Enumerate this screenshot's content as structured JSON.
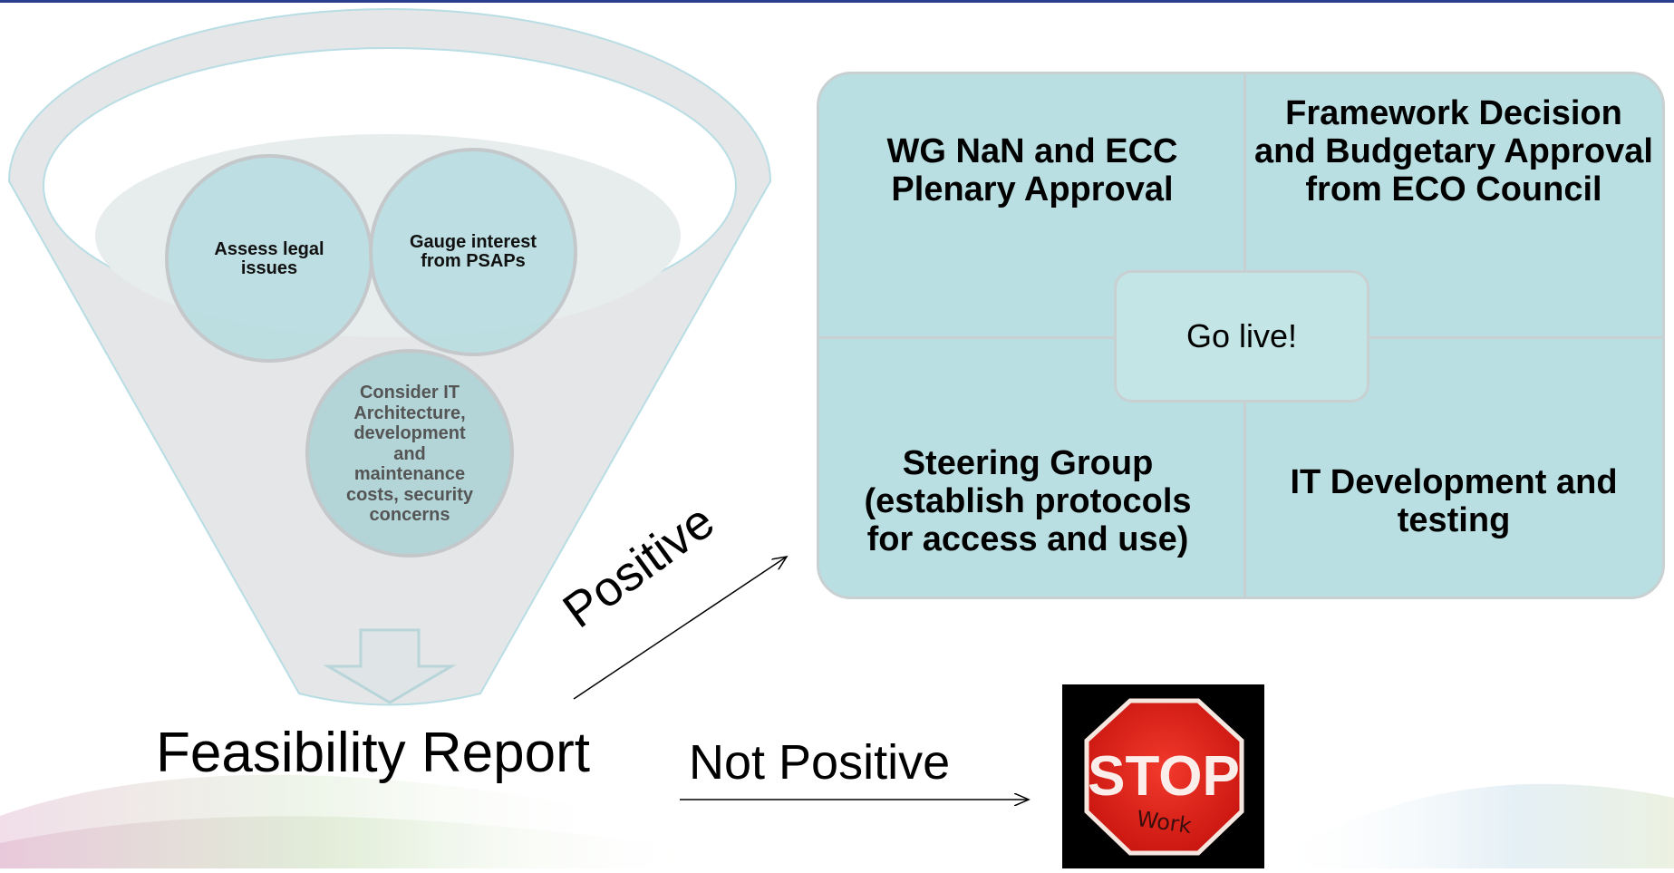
{
  "funnel": {
    "circles": [
      {
        "label": "Assess legal issues"
      },
      {
        "label": "Gauge interest from PSAPs"
      },
      {
        "label": "Consider IT Architecture, development and maintenance costs, security concerns"
      }
    ]
  },
  "feasibility_label": "Feasibility Report",
  "branch_labels": {
    "positive": "Positive",
    "not_positive": "Not Positive"
  },
  "quadrants": {
    "top_left": "WG NaN and ECC Plenary Approval",
    "top_right": "Framework Decision and Budgetary Approval from ECO Council",
    "bottom_left": "Steering Group (establish protocols for access and use)",
    "bottom_right": "IT Development and testing"
  },
  "center_label": "Go live!",
  "stop_sign": {
    "text": "STOP",
    "handwriting": "Work"
  },
  "colors": {
    "funnel_fill": "#e4e6e7",
    "funnel_outline": "#b8dde4",
    "circle_fill": "#b8dde0",
    "quad_fill": "#b9dfe2",
    "stop_red": "#e1201c",
    "top_bar": "#2b3f8f"
  }
}
